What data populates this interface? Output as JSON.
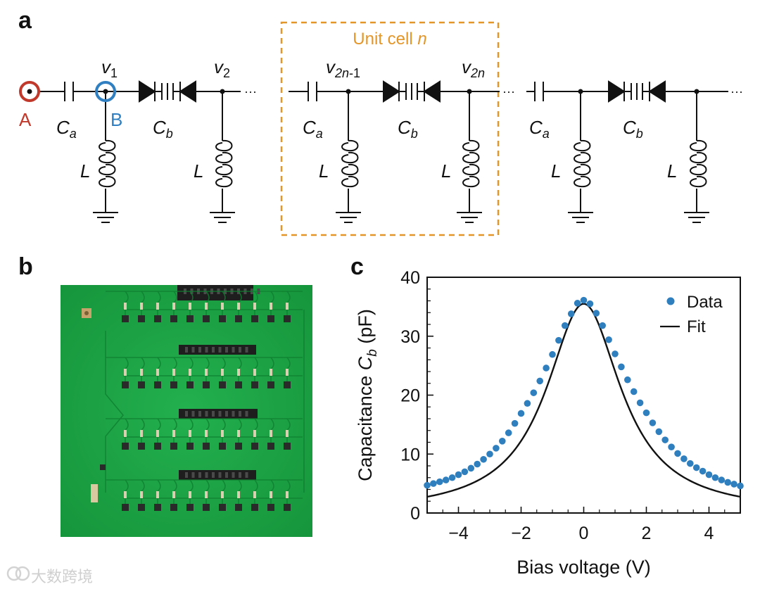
{
  "panels": {
    "a": "a",
    "b": "b",
    "c": "c"
  },
  "circuit": {
    "node_a": "A",
    "node_b": "B",
    "unit_cell_label": "Unit cell",
    "unit_cell_index": "n",
    "voltages": [
      {
        "base": "v",
        "sub": "1"
      },
      {
        "base": "v",
        "sub": "2"
      },
      {
        "base": "v",
        "sub_italic": "2n",
        "sub_rest": "-1"
      },
      {
        "base": "v",
        "sub_italic": "2n",
        "sub_rest": ""
      }
    ],
    "cap_a": {
      "base": "C",
      "sub": "a"
    },
    "cap_b": {
      "base": "C",
      "sub": "b"
    },
    "inductor": "L",
    "ellipsis": "···",
    "colors": {
      "node_a": "#c0392b",
      "node_b": "#2f7fc1",
      "unit_cell": "#e3972b"
    }
  },
  "chart_data": {
    "type": "scatter",
    "xlabel": "Bias voltage (V)",
    "ylabel_pre": "Capacitance ",
    "ylabel_var": "C",
    "ylabel_sub": "b",
    "ylabel_post": " (pF)",
    "xlim": [
      -5,
      5
    ],
    "ylim": [
      0,
      40
    ],
    "xticks": [
      -4,
      -2,
      0,
      2,
      4
    ],
    "xtick_labels": [
      "−4",
      "−2",
      "0",
      "2",
      "4"
    ],
    "yticks": [
      0,
      10,
      20,
      30,
      40
    ],
    "ytick_labels": [
      "0",
      "10",
      "20",
      "30",
      "40"
    ],
    "legend_position": "top-right",
    "series": [
      {
        "name": "Data",
        "style": "points",
        "color": "#2f7fbf",
        "x": [
          -5.0,
          -4.8,
          -4.6,
          -4.4,
          -4.2,
          -4.0,
          -3.8,
          -3.6,
          -3.4,
          -3.2,
          -3.0,
          -2.8,
          -2.6,
          -2.4,
          -2.2,
          -2.0,
          -1.8,
          -1.6,
          -1.4,
          -1.2,
          -1.0,
          -0.8,
          -0.6,
          -0.4,
          -0.2,
          0.0,
          0.2,
          0.4,
          0.6,
          0.8,
          1.0,
          1.2,
          1.4,
          1.6,
          1.8,
          2.0,
          2.2,
          2.4,
          2.6,
          2.8,
          3.0,
          3.2,
          3.4,
          3.6,
          3.8,
          4.0,
          4.2,
          4.4,
          4.6,
          4.8,
          5.0
        ],
        "y": [
          4.7,
          5.0,
          5.3,
          5.6,
          6.0,
          6.5,
          7.0,
          7.6,
          8.3,
          9.1,
          10.0,
          11.0,
          12.2,
          13.6,
          15.2,
          16.9,
          18.6,
          20.4,
          22.4,
          24.6,
          26.9,
          29.3,
          31.8,
          33.8,
          35.6,
          36.1,
          35.5,
          33.9,
          31.8,
          29.4,
          27.0,
          24.8,
          22.6,
          20.6,
          18.7,
          17.0,
          15.3,
          13.8,
          12.4,
          11.2,
          10.1,
          9.2,
          8.4,
          7.7,
          7.1,
          6.5,
          6.0,
          5.6,
          5.2,
          4.9,
          4.6
        ]
      },
      {
        "name": "Fit",
        "style": "line",
        "color": "#111111",
        "peak": 35.5,
        "gamma": 1.45,
        "offset": 0
      }
    ]
  },
  "watermark": "大数跨境"
}
